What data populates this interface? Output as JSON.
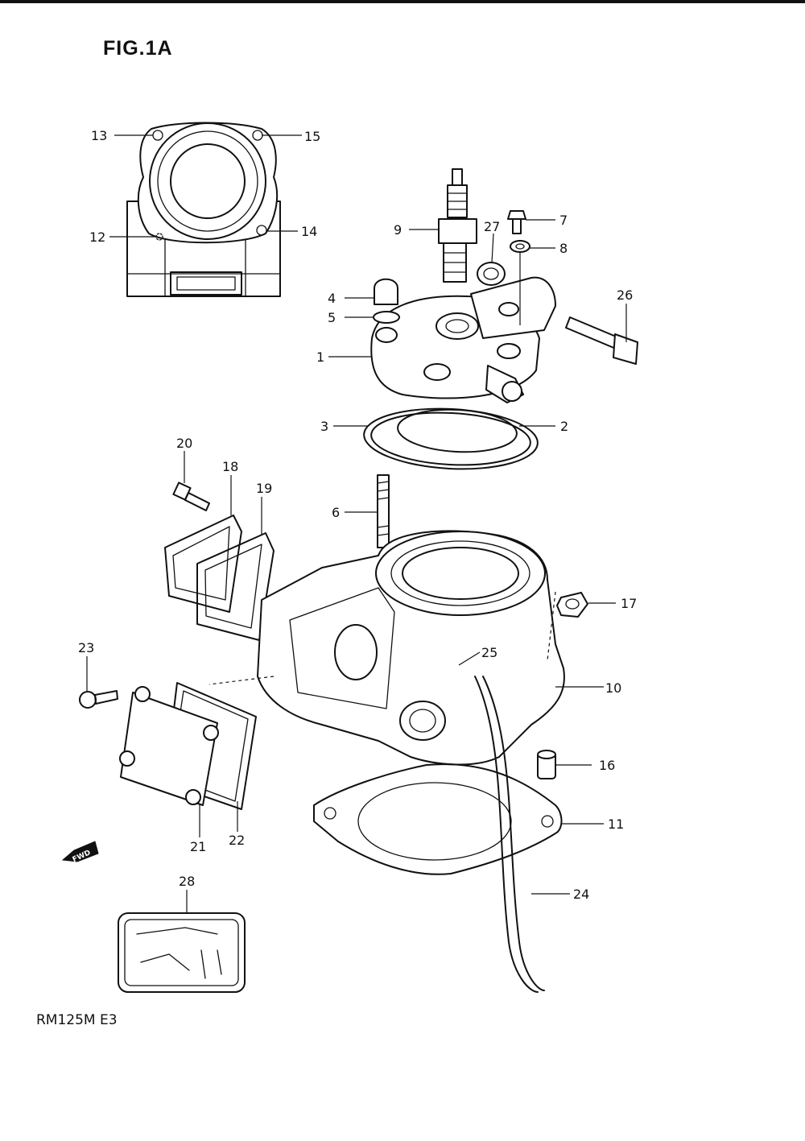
{
  "figure": {
    "title": "FIG.1A",
    "model_code": "RM125M  E3"
  },
  "callouts": [
    {
      "id": "c1",
      "text": "1"
    },
    {
      "id": "c2",
      "text": "2"
    },
    {
      "id": "c3",
      "text": "3"
    },
    {
      "id": "c4",
      "text": "4"
    },
    {
      "id": "c5",
      "text": "5"
    },
    {
      "id": "c6",
      "text": "6"
    },
    {
      "id": "c7",
      "text": "7"
    },
    {
      "id": "c8",
      "text": "8"
    },
    {
      "id": "c9",
      "text": "9"
    },
    {
      "id": "c10",
      "text": "10"
    },
    {
      "id": "c11",
      "text": "11"
    },
    {
      "id": "c12",
      "text": "12"
    },
    {
      "id": "c13",
      "text": "13"
    },
    {
      "id": "c14",
      "text": "14"
    },
    {
      "id": "c15",
      "text": "15"
    },
    {
      "id": "c16",
      "text": "16"
    },
    {
      "id": "c17",
      "text": "17"
    },
    {
      "id": "c18",
      "text": "18"
    },
    {
      "id": "c19",
      "text": "19"
    },
    {
      "id": "c20",
      "text": "20"
    },
    {
      "id": "c21",
      "text": "21"
    },
    {
      "id": "c22",
      "text": "22"
    },
    {
      "id": "c23",
      "text": "23"
    },
    {
      "id": "c24",
      "text": "24"
    },
    {
      "id": "c25",
      "text": "25"
    },
    {
      "id": "c26",
      "text": "26"
    },
    {
      "id": "c27",
      "text": "27"
    },
    {
      "id": "c28",
      "text": "28"
    }
  ],
  "direction_badge": {
    "text": "FWD"
  }
}
